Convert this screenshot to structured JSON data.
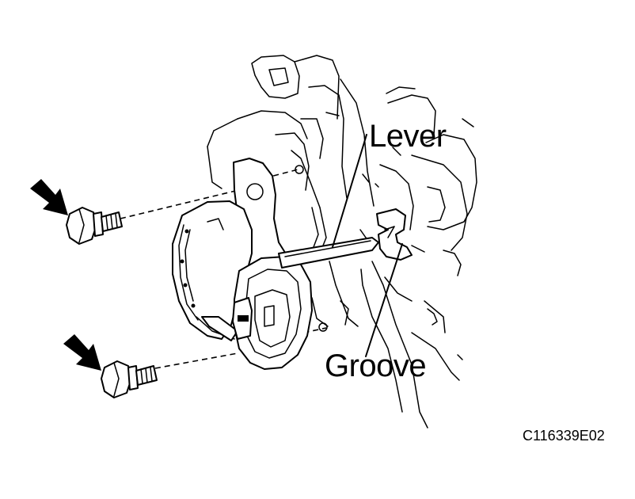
{
  "labels": {
    "lever": "Lever",
    "groove": "Groove",
    "figure_code": "C116339E02"
  },
  "colors": {
    "line": "#000000",
    "background": "#ffffff"
  },
  "icons": {
    "arrow": "arrow-icon",
    "bolt": "bolt-icon"
  }
}
